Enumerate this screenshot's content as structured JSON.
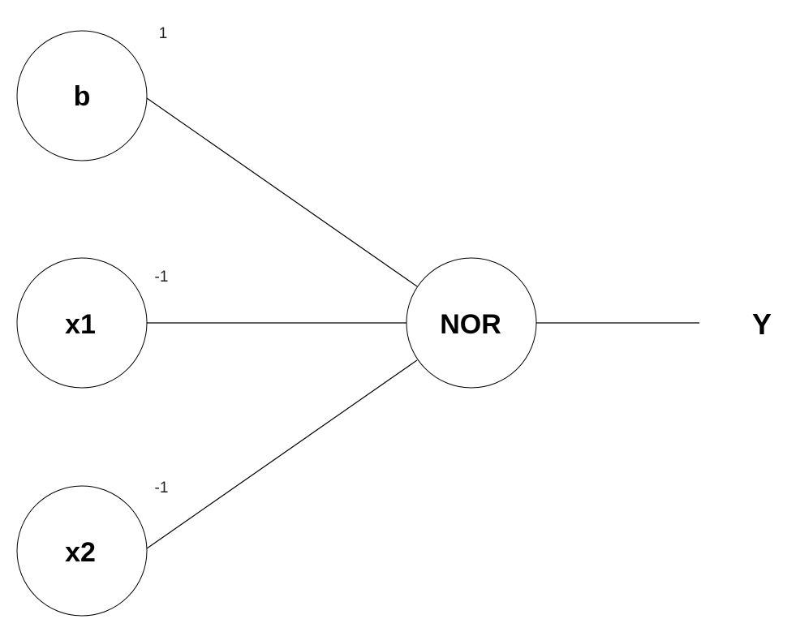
{
  "inputs": [
    {
      "label": "b",
      "weight": "1"
    },
    {
      "label": "x1",
      "weight": "-1"
    },
    {
      "label": "x2",
      "weight": "-1"
    }
  ],
  "gate": {
    "label": "NOR"
  },
  "output": {
    "label": "Y"
  },
  "colors": {
    "stroke": "#000000",
    "background": "#ffffff"
  }
}
